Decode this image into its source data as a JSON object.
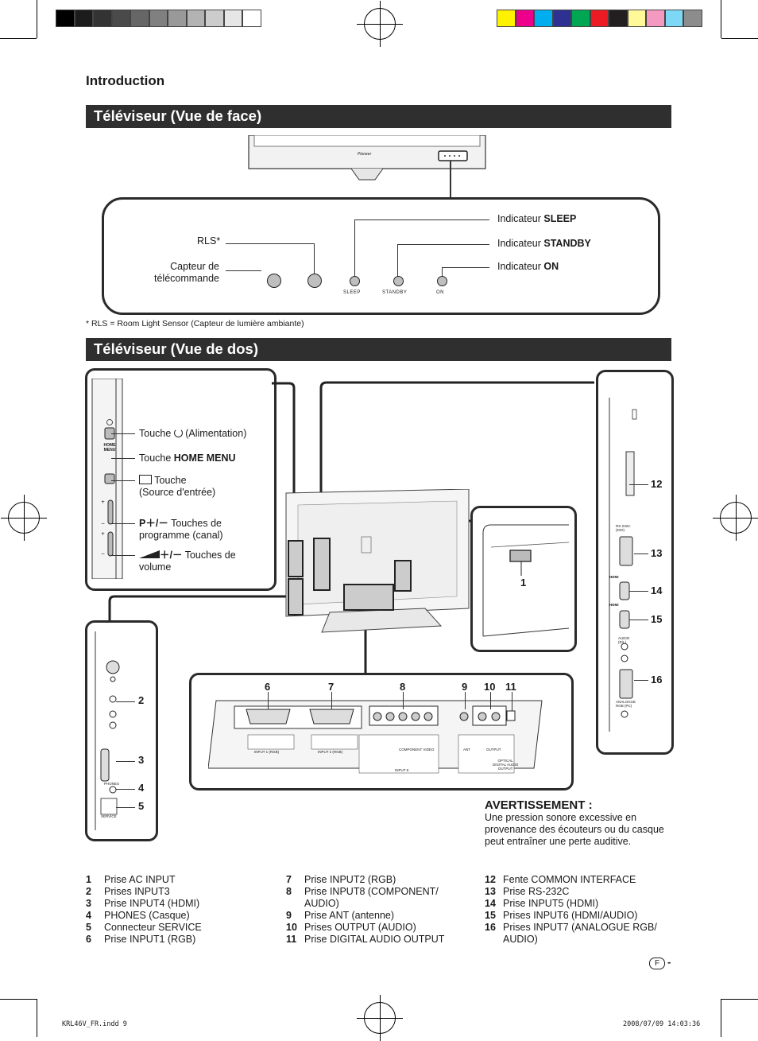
{
  "header": {
    "title": "Introduction"
  },
  "sections": {
    "front": "Téléviseur (Vue de face)",
    "back": "Téléviseur (Vue de dos)"
  },
  "front_view": {
    "brand": "Pioneer",
    "rls_label": "RLS*",
    "sensor_label": "Capteur de\ntélécommande",
    "indicators": [
      {
        "prefix": "Indicateur ",
        "name": "SLEEP"
      },
      {
        "prefix": "Indicateur ",
        "name": "STANDBY"
      },
      {
        "prefix": "Indicateur ",
        "name": "ON"
      }
    ],
    "led_labels": [
      "SLEEP",
      "STANDBY",
      "ON"
    ],
    "footnote": "*   RLS = Room Light Sensor (Capteur de lumière ambiante)"
  },
  "side_panel": {
    "power_prefix": "Touche ",
    "power_suffix": " (Alimentation)",
    "home_prefix": "Touche ",
    "home_name": "HOME MENU",
    "input_text": " Touche\n(Source d'entrée)",
    "prog_prefix": "P",
    "prog_symbols": "＋/－",
    "prog_text": "  Touches de\nprogramme (canal)",
    "vol_symbols": "＋/－",
    "vol_text": "  Touches de\nvolume",
    "home_key_label": "HOME\nMENU"
  },
  "callouts": {
    "left_panel": [
      "2",
      "3",
      "4",
      "5"
    ],
    "bottom_panel": [
      "6",
      "7",
      "8",
      "9",
      "10",
      "11"
    ],
    "right_panel": [
      "12",
      "13",
      "14",
      "15",
      "16"
    ],
    "ac": "1"
  },
  "jack_labels": {
    "input1": "INPUT 1 (RGB)",
    "input2": "INPUT 2 (RGB)",
    "component": "COMPONENT VIDEO",
    "input8": "INPUT 8",
    "ant": "ANT",
    "output": "OUTPUT",
    "optical": "OPTICAL\nDIGITAL AUDIO\nOUTPUT",
    "rs232": "RS-232C\n(DIO)",
    "hdmi": "HDMI",
    "audio": "AUDIO\n(R/L)",
    "analogue": "ANALOGUE\nRGB (PC)",
    "phones": "PHONES",
    "service": "SERVICE"
  },
  "warning": {
    "title": "AVERTISSEMENT :",
    "body": "Une pression sonore excessive en\nprovenance des écouteurs ou du casque\npeut entraîner une perte auditive."
  },
  "legend": [
    [
      {
        "n": "1",
        "t": "Prise AC INPUT"
      },
      {
        "n": "2",
        "t": "Prises INPUT3"
      },
      {
        "n": "3",
        "t": "Prise INPUT4 (HDMI)"
      },
      {
        "n": "4",
        "t": "PHONES (Casque)"
      },
      {
        "n": "5",
        "t": "Connecteur SERVICE"
      },
      {
        "n": "6",
        "t": "Prise INPUT1 (RGB)"
      }
    ],
    [
      {
        "n": "7",
        "t": "Prise INPUT2 (RGB)"
      },
      {
        "n": "8",
        "t": "Prise INPUT8 (COMPONENT/\nAUDIO)"
      },
      {
        "n": "9",
        "t": "Prise ANT (antenne)"
      },
      {
        "n": "10",
        "t": "Prises OUTPUT (AUDIO)"
      },
      {
        "n": "11",
        "t": "Prise DIGITAL AUDIO OUTPUT"
      }
    ],
    [
      {
        "n": "12",
        "t": "Fente COMMON INTERFACE"
      },
      {
        "n": "13",
        "t": "Prise RS-232C"
      },
      {
        "n": "14",
        "t": "Prise INPUT5 (HDMI)"
      },
      {
        "n": "15",
        "t": "Prises INPUT6 (HDMI/AUDIO)"
      },
      {
        "n": "16",
        "t": "Prises INPUT7 (ANALOGUE RGB/\nAUDIO)"
      }
    ]
  ],
  "page": {
    "letter": "F",
    "dash": "-"
  },
  "footer": {
    "file": "KRL46V_FR.indd   9",
    "date": "2008/07/09   14:03:36"
  },
  "colors": {
    "grays": [
      "#000000",
      "#1c1c1c",
      "#333333",
      "#4a4a4a",
      "#666666",
      "#808080",
      "#999999",
      "#b3b3b3",
      "#cccccc",
      "#e6e6e6",
      "#ffffff"
    ],
    "process": [
      "#fff200",
      "#ec008c",
      "#00aeef",
      "#2e3192",
      "#00a651",
      "#ed1c24",
      "#231f20",
      "#fff99a",
      "#f49ac1",
      "#7dd8f6",
      "#8c8c8c"
    ]
  }
}
